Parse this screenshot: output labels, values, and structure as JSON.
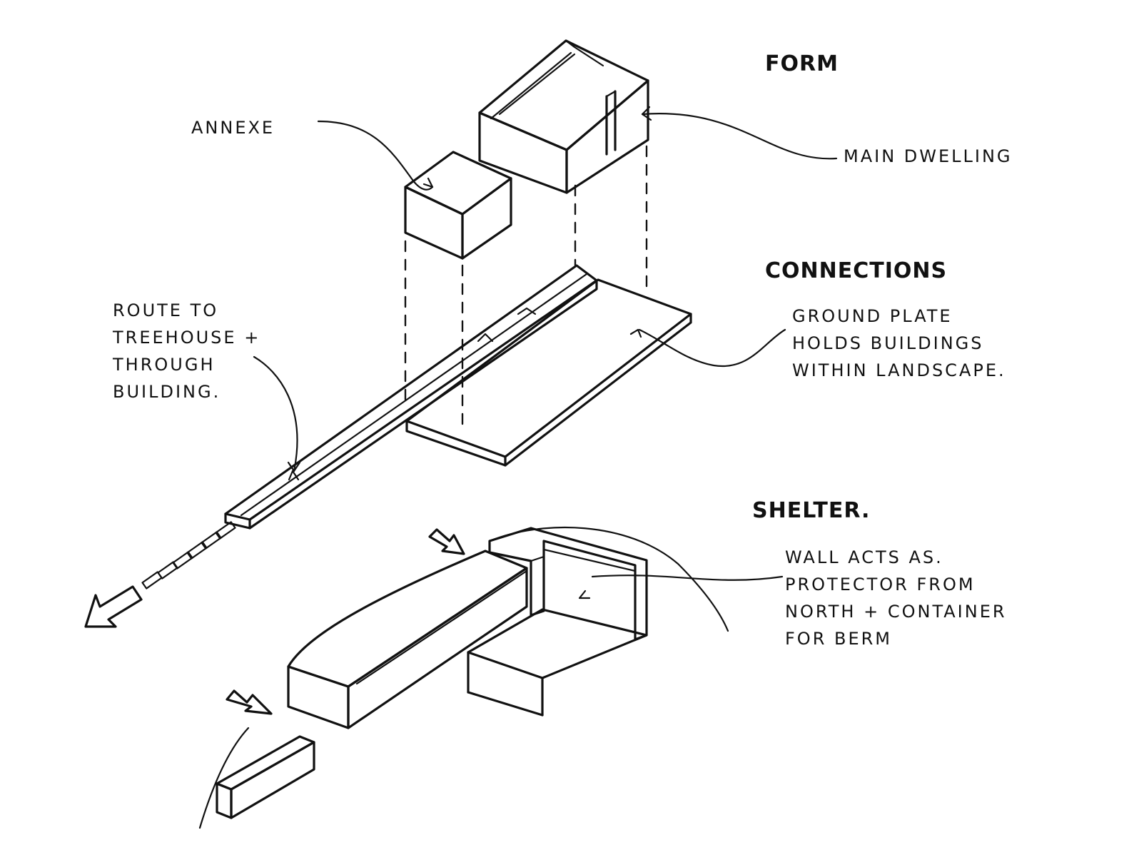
{
  "headings": {
    "form": "Form",
    "connections": "Connections",
    "shelter": "Shelter."
  },
  "annotations": {
    "annexe": "Annexe",
    "main_dwelling": "Main Dwelling",
    "route": [
      "Route to",
      "Treehouse +",
      "Through",
      "Building."
    ],
    "ground_plate": [
      "Ground plate",
      "holds buildings",
      "within landscape."
    ],
    "wall": [
      "Wall acts as.",
      "Protector from",
      "North + Container",
      "for berm"
    ]
  },
  "colors": {
    "ink": "#111111",
    "paper": "#ffffff"
  }
}
